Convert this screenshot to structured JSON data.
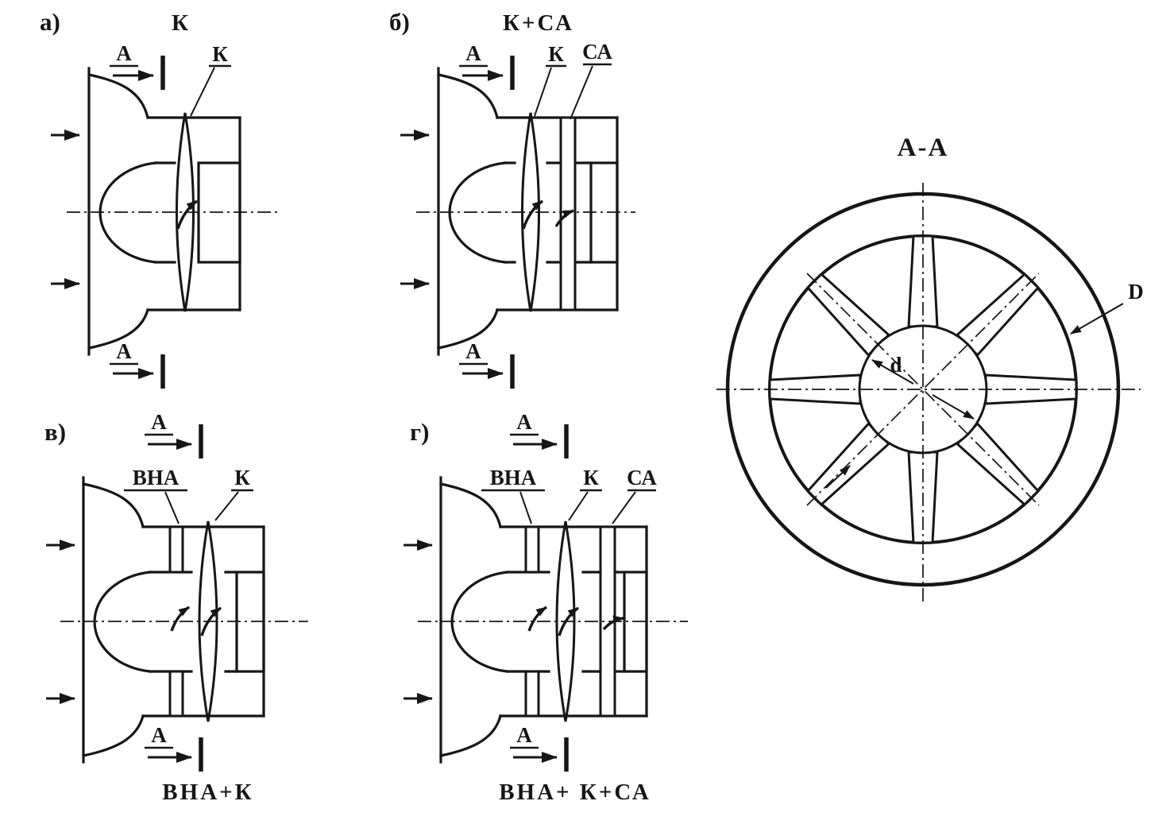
{
  "figure": {
    "background": "#ffffff",
    "ink": "#161616"
  },
  "panels": {
    "a": {
      "letter": "а)",
      "title": "К",
      "section_marker": "А",
      "labels": {
        "rotor": "К"
      }
    },
    "b": {
      "letter": "б)",
      "title": "К+СА",
      "section_marker": "А",
      "labels": {
        "rotor": "К",
        "stator": "СА"
      }
    },
    "v": {
      "letter": "в)",
      "title": "ВНА+К",
      "section_marker": "А",
      "labels": {
        "igv": "ВНА",
        "rotor": "К"
      }
    },
    "g": {
      "letter": "г)",
      "title": "ВНА+ К+СА",
      "section_marker": "А",
      "labels": {
        "igv": "ВНА",
        "rotor": "К",
        "stator": "СА"
      }
    }
  },
  "section_view": {
    "title": "А-А",
    "outer_diameter_label": "D",
    "hub_diameter_label": "d",
    "blade_count": 8
  }
}
